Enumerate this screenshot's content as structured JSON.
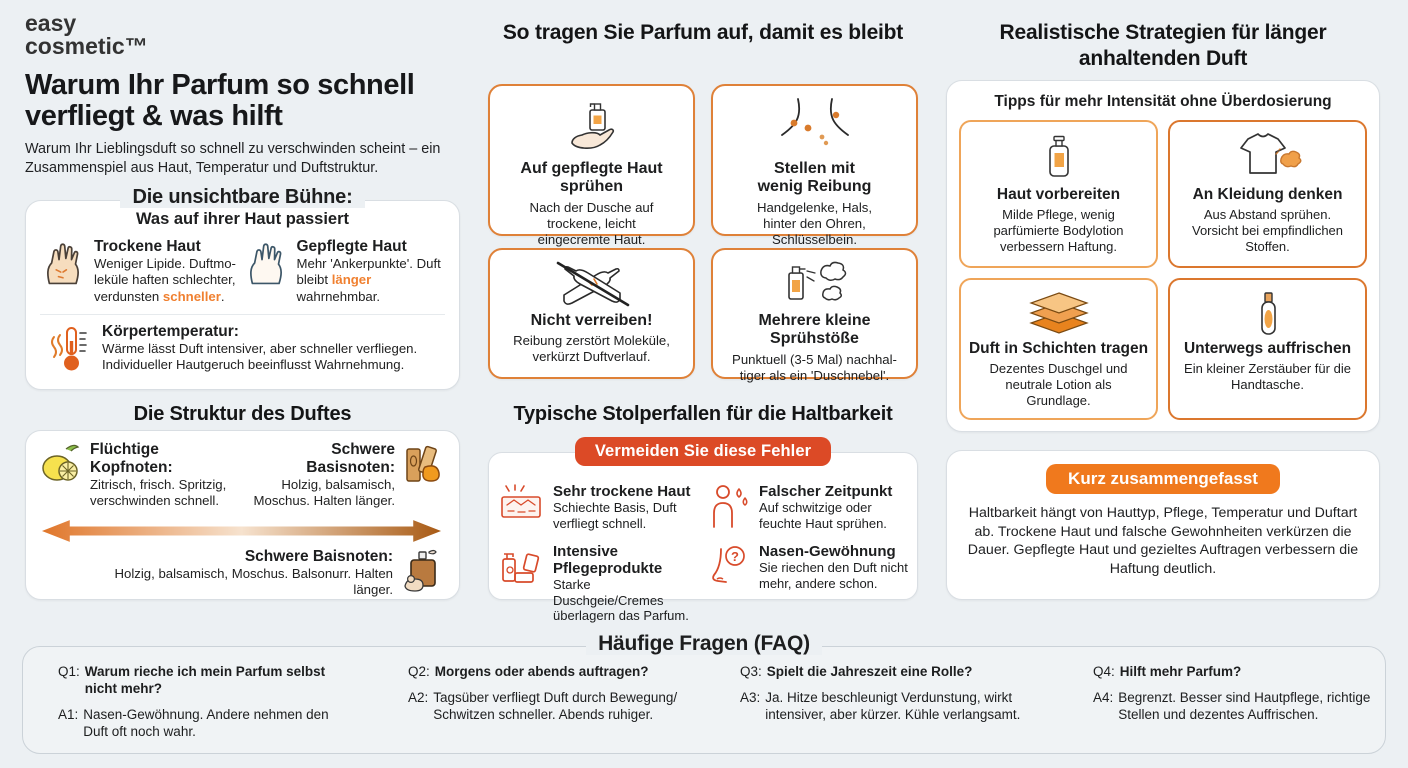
{
  "logo": {
    "line1": "easy",
    "line2": "cosmetic™"
  },
  "accent_colors": {
    "orange": "#F0791D",
    "red_orange": "#DC4A26",
    "highlight": "#F08030",
    "card_border": "#DF8138"
  },
  "left": {
    "title": "Warum Ihr Parfum so schnell verfliegt & was hilft",
    "subtitle": "Warum Ihr Lieblingsduft so schnell zu verschwinden scheint – ein Zusammenspiel aus Haut, Temperatur und Duftstruktur.",
    "stage": {
      "heading": "Die unsichtbare Bühne:",
      "subheading": "Was auf ihrer Haut passiert",
      "dry": {
        "icon": "dry-hand-icon",
        "title": "Trockene Haut",
        "text": "Weniger Lipide. Duftmo-leküle haften schlechter, verdunsten ",
        "highlight": "schneller",
        "after": "."
      },
      "cared": {
        "icon": "cared-hand-icon",
        "title": "Gepflegte Haut",
        "text": "Mehr 'Ankerpunkte'. Duft bleibt ",
        "highlight": "länger",
        "after": " wahrnehmbar."
      },
      "temp": {
        "icon": "thermometer-icon",
        "title": "Körpertemperatur:",
        "text": "Wärme lässt Duft intensiver, aber schneller verfliegen. Individueller Hautgeruch beeinflusst Wahrnehmung."
      }
    },
    "structure": {
      "heading": "Die Struktur des Duftes",
      "top_notes": {
        "icon": "lemon-icon",
        "title": "Flüchtige Kopfnoten:",
        "text": "Zitrisch, frisch. Spritzig, verschwinden schnell."
      },
      "base_notes": {
        "icon": "wood-icon",
        "title": "Schwere Basisnoten:",
        "text": "Holzig, balsamisch, Moschus. Halten länger."
      },
      "base_notes2": {
        "icon": "perfume-bottle-icon",
        "title": "Schwere Baisnoten:",
        "text": "Holzig, balsamisch, Moschus. Balsonurr. Halten länger."
      }
    }
  },
  "middle": {
    "apply_heading": "So tragen Sie Parfum auf, damit es bleibt",
    "apply_cards": [
      {
        "icon": "hand-holding-bottle-icon",
        "title": "Auf gepflegte Haut sprühen",
        "text": "Nach der Dusche auf trockene, leicht eingecremte Haut."
      },
      {
        "icon": "neck-pulse-points-icon",
        "title": "Stellen mit wenig Reibung",
        "text": "Handgelenke, Hals, hinter den Ohren, Schlüsselbein."
      },
      {
        "icon": "no-rubbing-icon",
        "title": "Nicht verreiben!",
        "text": "Reibung zerstört Moleküle, verkürzt Duftverlauf."
      },
      {
        "icon": "spray-bursts-icon",
        "title": "Mehrere kleine Sprühstöße",
        "text": "Punktuell (3-5 Mal) nachhal-tiger als ein 'Duschnebel'."
      }
    ],
    "pitfalls_heading": "Typische Stolperfallen für die Haltbarkeit",
    "pitfalls_badge": "Vermeiden Sie diese Fehler",
    "pitfalls": [
      {
        "icon": "cracked-skin-icon",
        "title": "Sehr trockene Haut",
        "text": "Schiechte Basis, Duft verfliegt schnell."
      },
      {
        "icon": "sweating-person-icon",
        "title": "Falscher Zeitpunkt",
        "text": "Auf schwitzige oder feuchte Haut sprühen."
      },
      {
        "icon": "care-products-icon",
        "title": "Intensive Pflegeprodukte",
        "text": "Starke Duschgeie/Cremes überlagern das Parfum."
      },
      {
        "icon": "nose-question-icon",
        "title": "Nasen-Gewöhnung",
        "text": "Sie riechen den Duft nicht mehr, andere schon."
      }
    ]
  },
  "right": {
    "heading": "Realistische Strategien für länger anhaltenden Duft",
    "tips_title": "Tipps für mehr Intensität ohne Überdosierung",
    "tips": [
      {
        "icon": "lotion-bottle-icon",
        "title": "Haut vorbereiten",
        "text": "Milde Pflege, wenig parfümierte Bodylotion verbessern Haftung."
      },
      {
        "icon": "tshirt-spray-icon",
        "title": "An Kleidung denken",
        "text": "Aus Abstand sprühen. Vorsicht bei empfindlichen Stoffen."
      },
      {
        "icon": "layers-icon",
        "title": "Duft in Schichten tragen",
        "text": "Dezentes Duschgel und neutrale Lotion als Grundlage."
      },
      {
        "icon": "atomizer-icon",
        "title": "Unterwegs auffrischen",
        "text": "Ein kleiner Zerstäuber für die Handtasche."
      }
    ],
    "summary_badge": "Kurz zusammengefasst",
    "summary_text": "Haltbarkeit hängt von Hauttyp, Pflege, Temperatur und Duftart ab. Trockene Haut und falsche Gewohnheiten verkürzen die Dauer. Gepflegte Haut und gezieltes Auftragen verbessern die Haftung deutlich."
  },
  "faq": {
    "heading": "Häufige Fragen (FAQ)",
    "items": [
      {
        "q_label": "Q1:",
        "question": "Warum rieche ich mein Parfum selbst nicht mehr?",
        "a_label": "A1:",
        "answer": "Nasen-Gewöhnung. Andere nehmen den Duft oft noch wahr."
      },
      {
        "q_label": "Q2:",
        "question": "Morgens oder abends auftragen?",
        "a_label": "A2:",
        "answer": "Tagsüber verfliegt Duft durch Bewegung/ Schwitzen schneller. Abends ruhiger."
      },
      {
        "q_label": "Q3:",
        "question": "Spielt die Jahreszeit eine Rolle?",
        "a_label": "A3:",
        "answer": "Ja. Hitze beschleunigt Verdunstung, wirkt intensiver, aber kürzer. Kühle verlangsamt."
      },
      {
        "q_label": "Q4:",
        "question": "Hilft mehr Parfum?",
        "a_label": "A4:",
        "answer": "Begrenzt. Besser sind Hautpflege, richtige Stellen und dezentes Auffrischen."
      }
    ]
  }
}
